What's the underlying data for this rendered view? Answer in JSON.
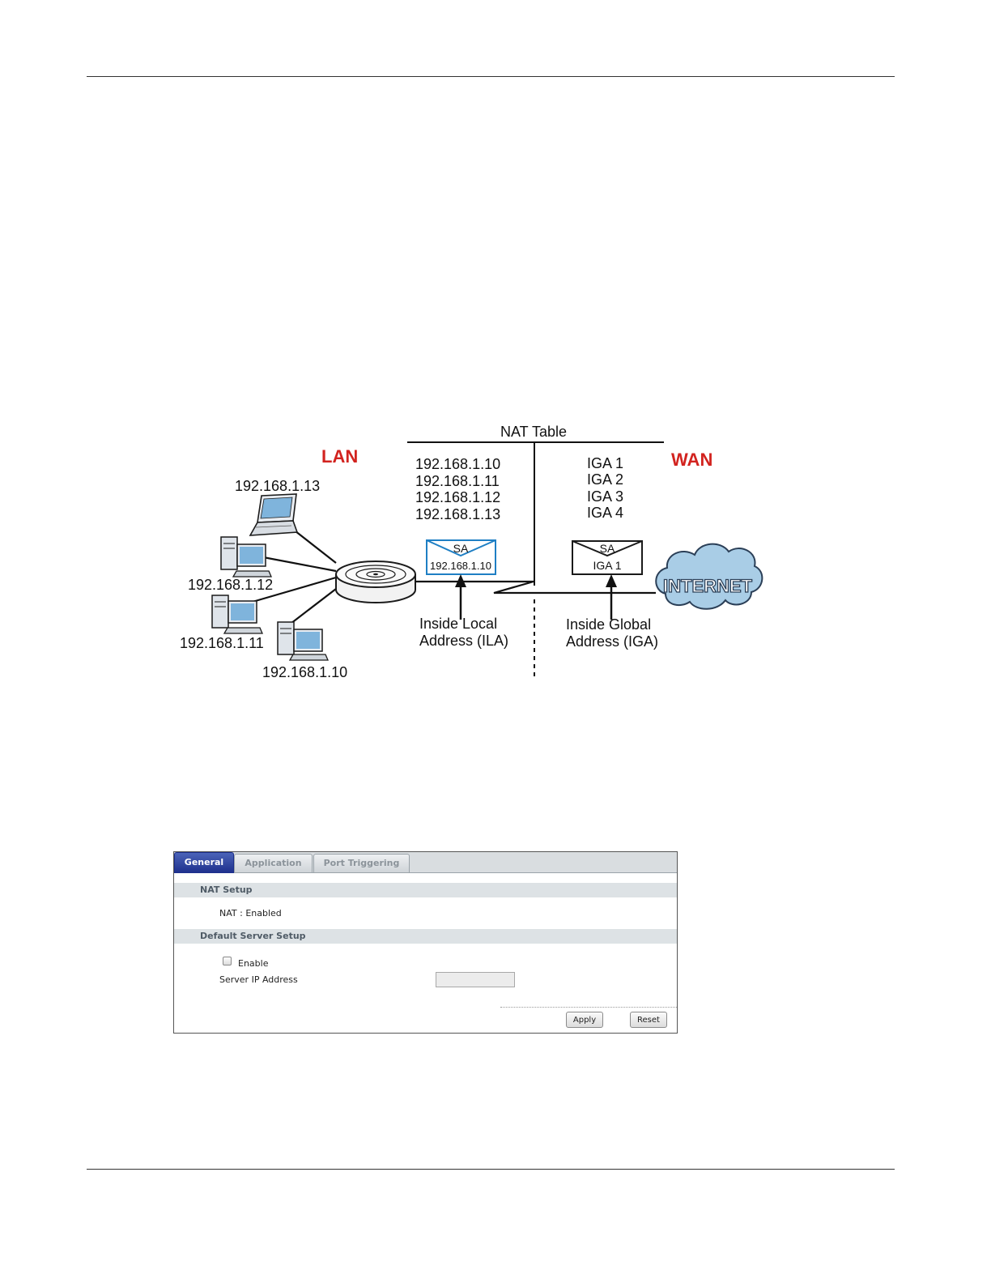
{
  "diagram": {
    "lan_label": "LAN",
    "wan_label": "WAN",
    "nat_table_title": "NAT Table",
    "local_addresses": [
      "192.168.1.10",
      "192.168.1.11",
      "192.168.1.12",
      "192.168.1.13"
    ],
    "global_addresses": [
      "IGA 1",
      "IGA 2",
      "IGA 3",
      "IGA 4"
    ],
    "hosts": {
      "laptop": "192.168.1.13",
      "pc_12": "192.168.1.12",
      "pc_11": "192.168.1.11",
      "pc_10": "192.168.1.10"
    },
    "packet_left": {
      "header": "SA",
      "address": "192.168.1.10"
    },
    "packet_right": {
      "header": "SA",
      "address": "IGA 1"
    },
    "ila_label": {
      "line1": "Inside Local",
      "line2": "Address (ILA)"
    },
    "iga_label": {
      "line1": "Inside Global",
      "line2": "Address (IGA)"
    },
    "internet_label": "INTERNET",
    "colors": {
      "region_label": "#d2231f",
      "packet_left_border": "#1f7fc4",
      "cloud_fill": "#a9cde6",
      "cloud_stroke": "#2b3f57"
    }
  },
  "nat_screen": {
    "tabs": [
      {
        "label": "General",
        "active": true
      },
      {
        "label": "Application",
        "active": false
      },
      {
        "label": "Port Triggering",
        "active": false
      }
    ],
    "nat_setup": {
      "title": "NAT Setup",
      "status_label": "NAT : Enabled"
    },
    "default_server": {
      "title": "Default Server Setup",
      "enable_label": "Enable",
      "enable_checked": false,
      "server_ip_label": "Server IP Address",
      "server_ip_value": ""
    },
    "buttons": {
      "apply": "Apply",
      "reset": "Reset"
    },
    "colors": {
      "active_tab": "#2a3d9c",
      "section_bar": "#dde2e5"
    }
  }
}
